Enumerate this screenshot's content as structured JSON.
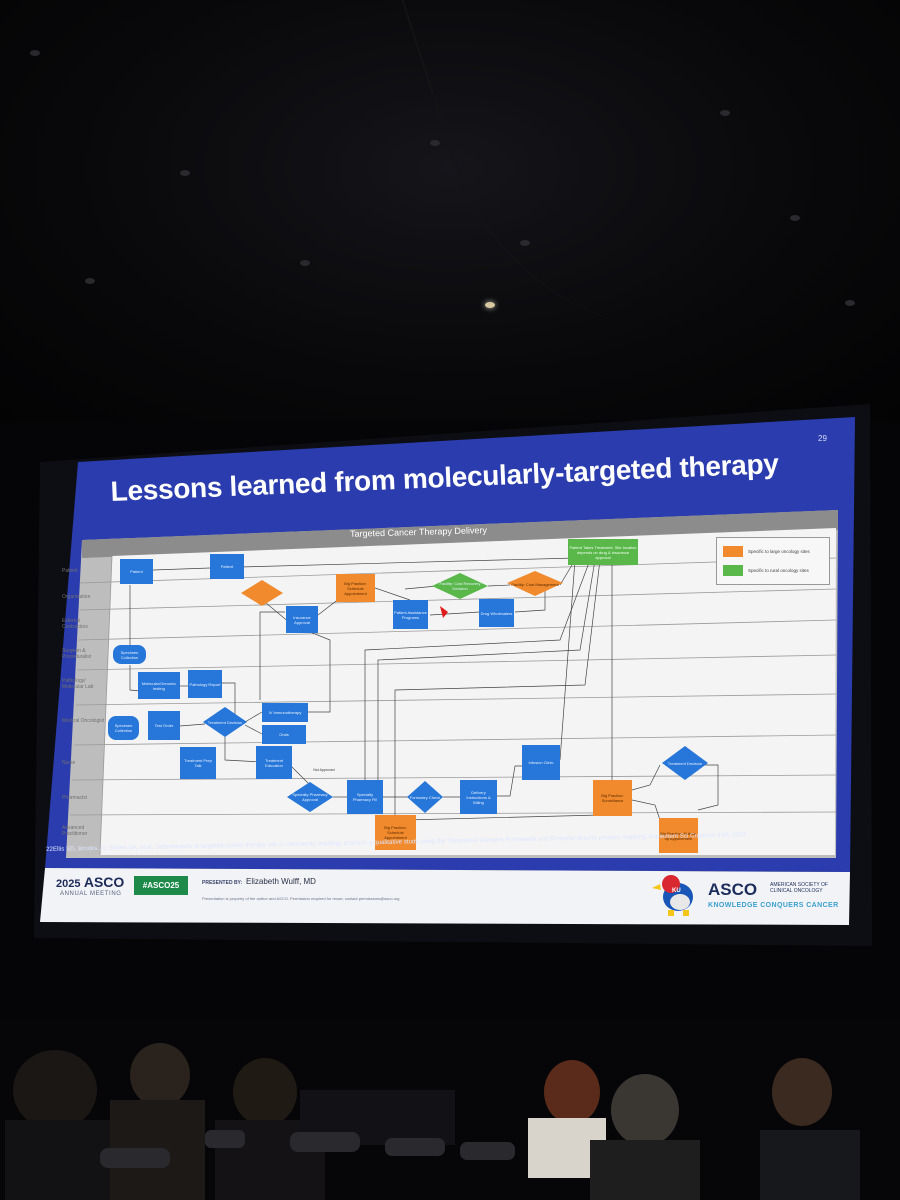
{
  "slide": {
    "page_number": "29",
    "title": "Lessons learned from molecularly-targeted therapy",
    "diagram_title": "Targeted Cancer Therapy Delivery",
    "lanes": [
      "Patient",
      "Organization",
      "External Contractors",
      "Surgeon & Proceduralist",
      "Pathology/ Molecular Lab",
      "Medical Oncologist",
      "Nurse",
      "Pharmacist",
      "Advanced Practitioner"
    ],
    "boxes": {
      "patient1": "Patient",
      "patient2": "Patient",
      "patient_takes": "Patient Takes Treatment. Site location depends on drug & insurance approval",
      "cost_recovery": "Facility: Cost Recovery Decision",
      "facility_cost": "Facility: Cost Management",
      "insurance_approval": "Insurance Approval",
      "patient_assistance": "Patient Assistance Programs",
      "drug_wholesalers": "Drug Wholesalers",
      "specimen_collection": "Specimen Collection",
      "molecular_testing": "Molecular/Genomic testing",
      "pathology_report": "Pathology Report",
      "specimen_collection2": "Specimen Collection",
      "test_order": "Test Order",
      "treatment_decision": "Treatment Decision",
      "iv_immuno": "IV Immunotherapy",
      "orals": "Orals",
      "treatment_prep": "Treatment Prep Talk",
      "treatment_education": "Treatment Education",
      "infusion_clinic": "Infusion Clinic",
      "treatment_decision2": "Treatment Decision",
      "not_approved": "Not Approved",
      "specialty_approval": "Specialty Pharmacy Approval",
      "specialty_fill": "Specialty Pharmacy Fill",
      "formulary_check": "Formulary Check",
      "delivery": "Delivery Instructions & Billing",
      "big_practice_surveillance": "Big Practice: Surveillance",
      "big_practice_schedule": "Big Practice: Schedule Appointment",
      "big_practice_followup": "Big Practice: Follow-up Appointment"
    },
    "legend": {
      "orange_label": "Specific to large oncology sites",
      "green_label": "Specific to rural oncology sites"
    },
    "citation": "22Ellis SD, Brooks JV, Birken SA, et al. Determinants of targeted cancer therapy use in community oncology practice: a qualitative study using the Theoretical Domains Framework and Rummler-Brache process mapping. Implement Sci Commun 4:66, 2023",
    "footer": {
      "year": "2025",
      "asco": "ASCO",
      "annual_meeting": "ANNUAL MEETING",
      "hashtag": "#ASCO25",
      "presented_by": "PRESENTED BY:",
      "presenter": "Elizabeth Wulff, MD",
      "disclaimer": "Presentation is property of the author and ASCO. Permission required for reuse; contact permissions@asco.org",
      "asco_brand": "ASCO",
      "asco_society": "AMERICAN SOCIETY OF CLINICAL ONCOLOGY",
      "asco_tagline": "KNOWLEDGE CONQUERS CANCER",
      "ku_logo": "KU"
    }
  },
  "colors": {
    "slide_blue": "#2a3cae",
    "box_blue": "#2677d9",
    "box_orange": "#f08a2c",
    "box_green": "#5ab84b",
    "hashtag_green": "#1e8a4a"
  }
}
